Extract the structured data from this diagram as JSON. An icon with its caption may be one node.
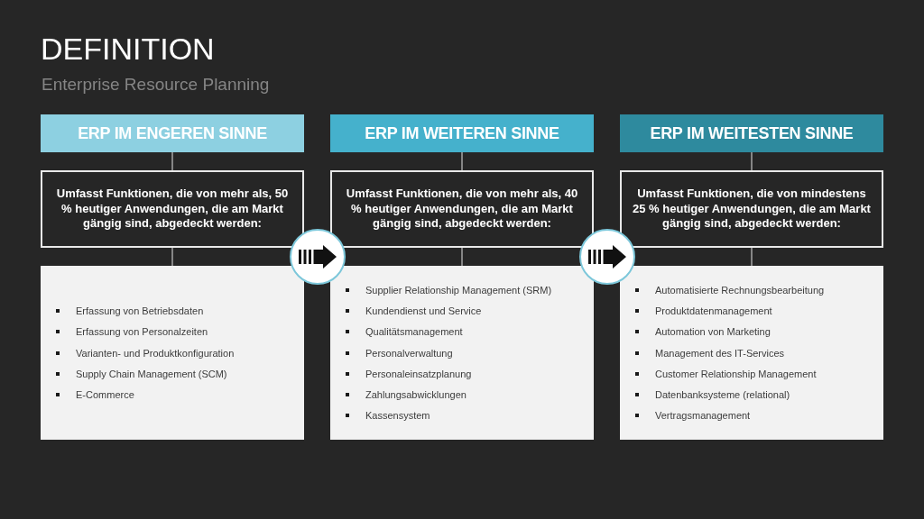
{
  "diagram": {
    "title": "DEFINITION",
    "nodes": [
      {
        "text": [
          "ERP IM ENGEREN SINNE"
        ]
      },
      {
        "text": [
          "Umfasst Funktionen, die von mehr als, 50 % heutiger Anwendungen, die am Markt gängig sind, abgedeckt werden:"
        ]
      },
      {
        "text": [
          "Erfassung von Betriebsdaten",
          "Erfassung von Personalzeiten",
          "Varianten- und Produktkonfiguration",
          "Supply Chain Management (SCM)",
          "E-Commerce"
        ]
      },
      {
        "text": [],
        "shape": "circle"
      },
      {
        "text": [
          "ERP IM WEITEREN SINNE"
        ]
      },
      {
        "text": [
          "Umfasst Funktionen, die von mehr als, 40 % heutiger Anwendungen, die am Markt gängig sind, abgedeckt werden:"
        ]
      },
      {
        "text": [
          "Supplier Relationship Management (SRM)",
          "Kundendienst und Service",
          "Qualitätsmanagement",
          "Personalverwaltung",
          "Personaleinsatzplanung",
          "Zahlungsabwicklungen",
          "Kassensystem"
        ]
      },
      {
        "text": [],
        "shape": "circle"
      },
      {
        "text": [
          "ERP IM WEITESTEN SINNE"
        ]
      },
      {
        "text": [
          "Umfasst Funktionen, die von mindestens 25 % heutiger Anwendungen, die am Markt gängig sind, abgedeckt werden:"
        ]
      },
      {
        "text": [
          "Automatisierte Rechnungsbearbeitung",
          "Produktdatenmanagement",
          "Automation von Marketing",
          "Management des IT-Services",
          "Customer Relationship Management",
          "Datenbanksysteme (relational)",
          "Vertragsmanagement"
        ]
      }
    ],
    "edges": [
      {
        "from": 0,
        "to": 1,
        "arrow": "none"
      },
      {
        "from": 1,
        "to": 2,
        "arrow": "none"
      },
      {
        "from": 4,
        "to": 5,
        "arrow": "none"
      },
      {
        "from": 5,
        "to": 6,
        "arrow": "none"
      },
      {
        "from": 8,
        "to": 9,
        "arrow": "none"
      },
      {
        "from": 9,
        "to": 10,
        "arrow": "none"
      }
    ],
    "labels": [
      "Enterprise Resource Planning"
    ]
  }
}
